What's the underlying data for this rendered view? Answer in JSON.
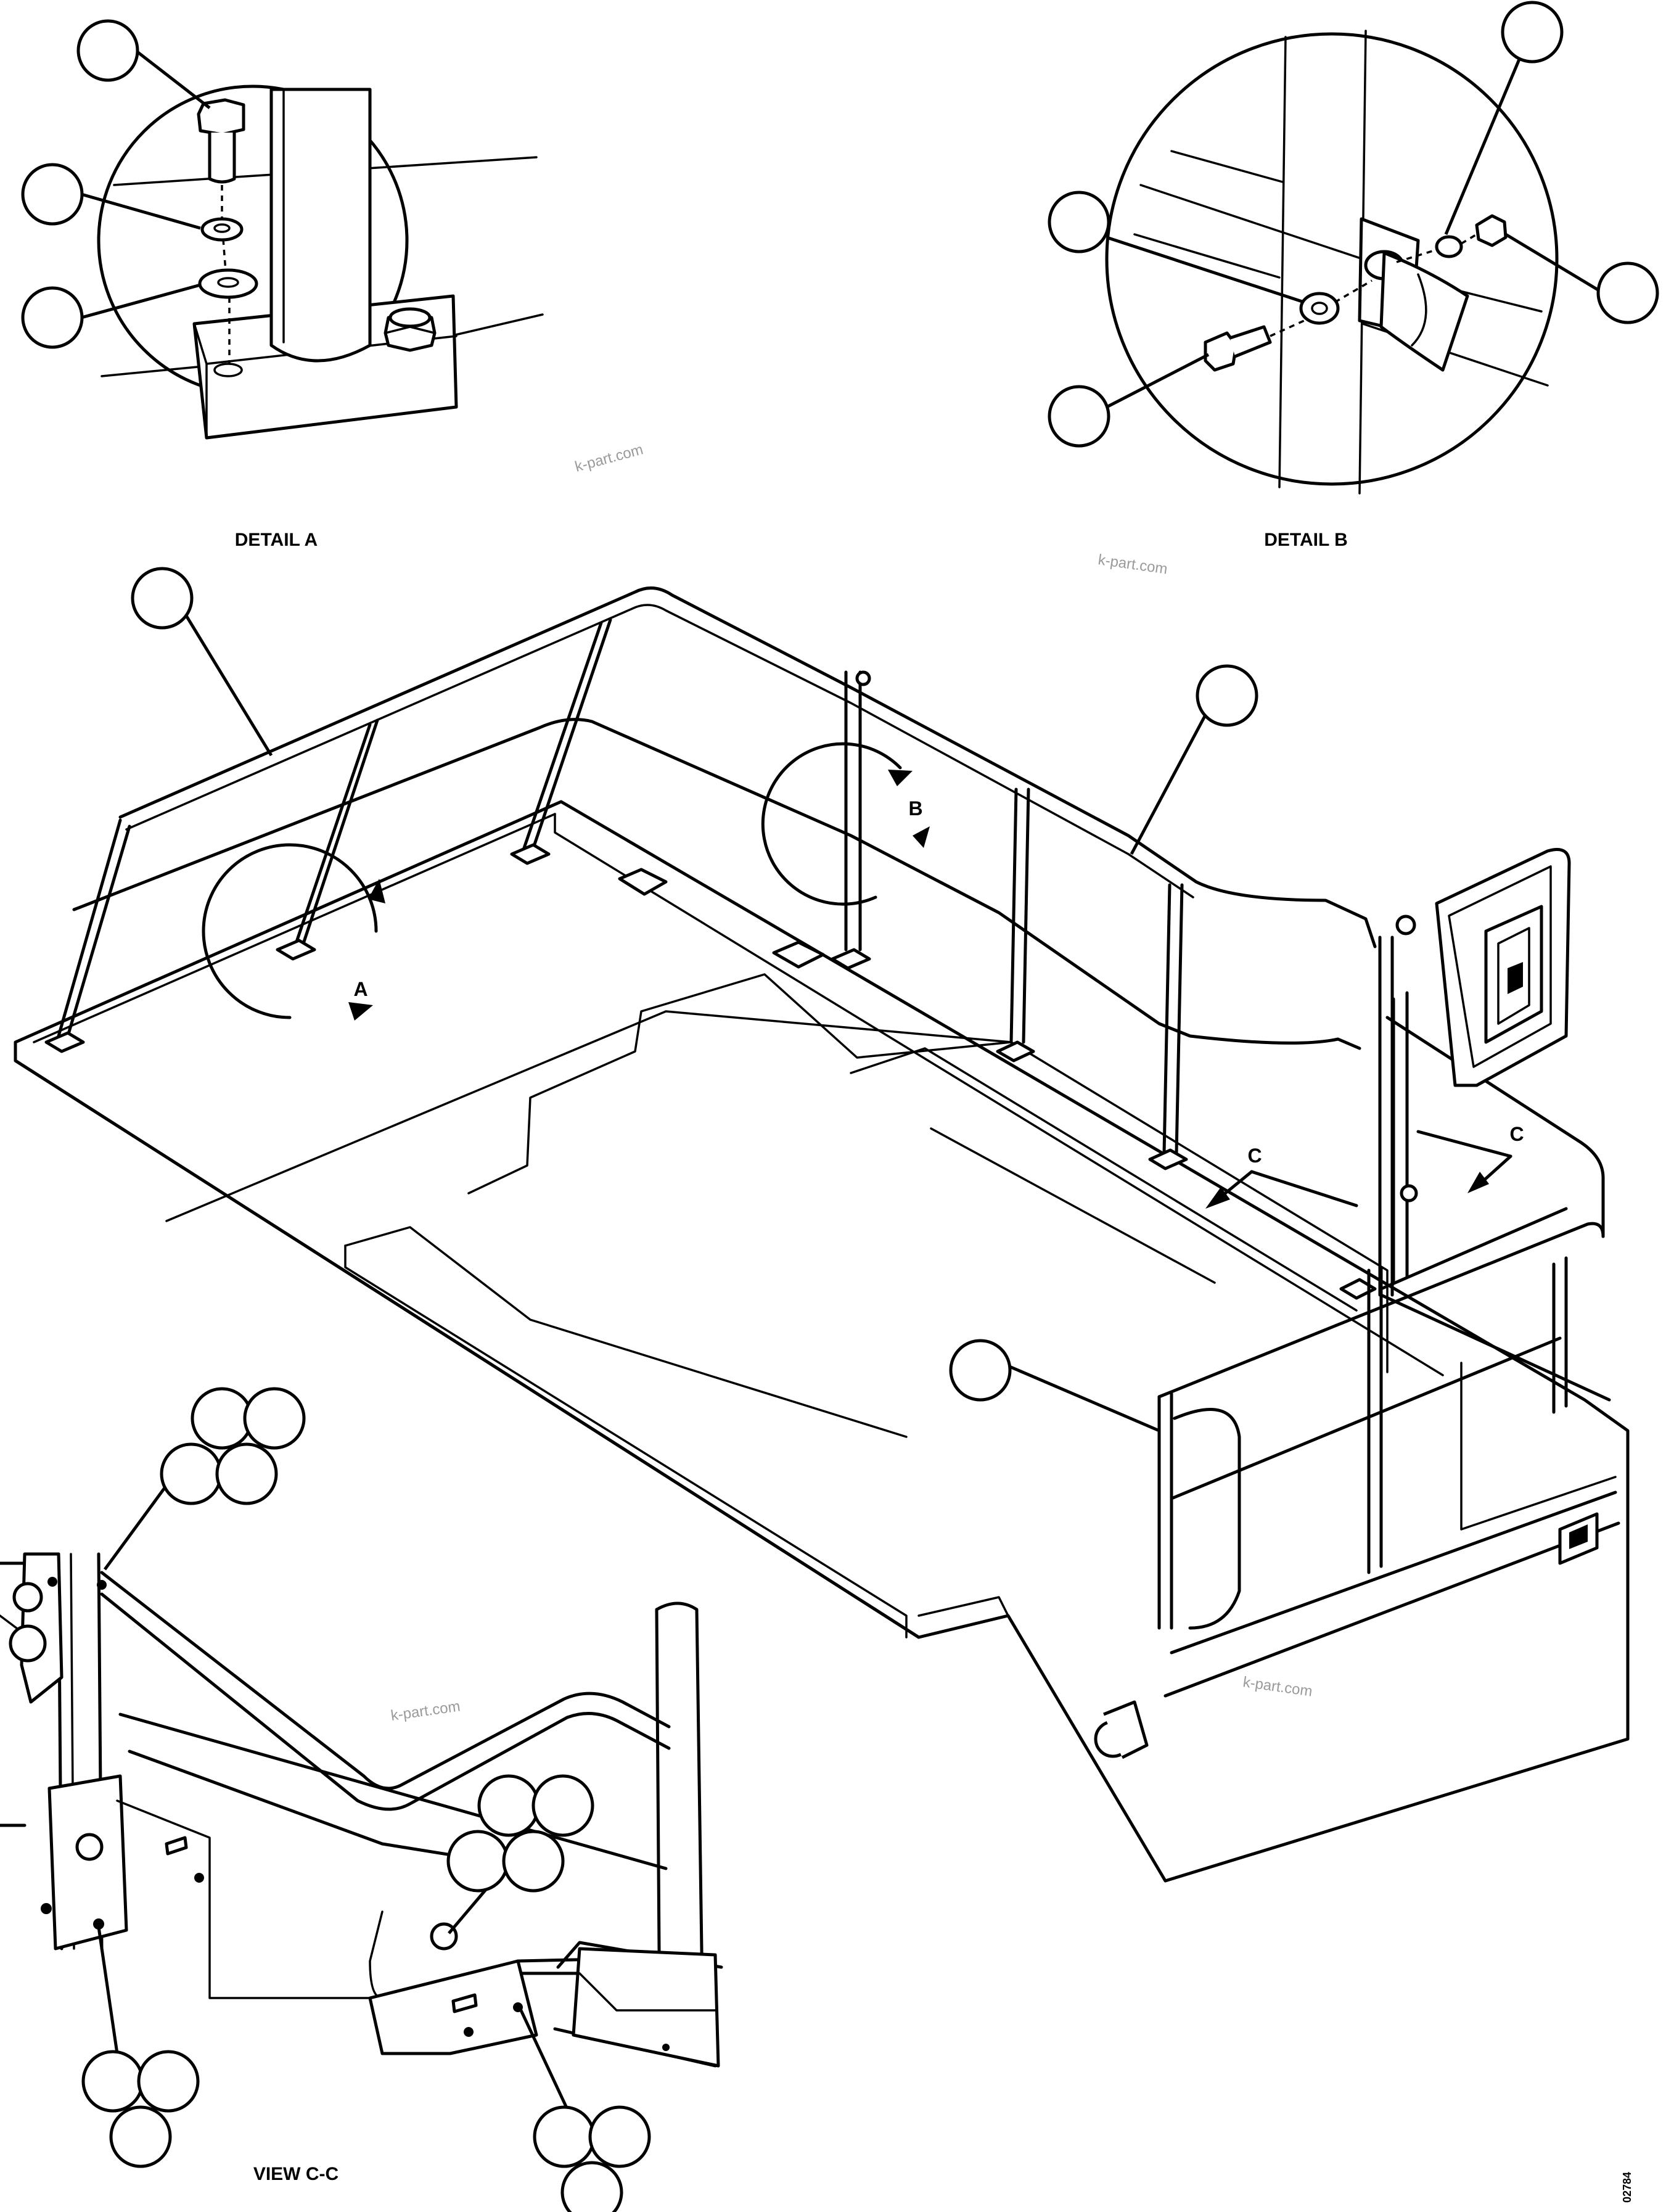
{
  "labels": {
    "detail_a": "DETAIL A",
    "detail_b": "DETAIL B",
    "view_cc": "VIEW C-C",
    "marker_a": "A",
    "marker_b": "B",
    "marker_c1": "C",
    "marker_c2": "C",
    "drawing_number": "02784"
  },
  "watermarks": [
    "k-part.com",
    "k-part.com",
    "k-part.com",
    "k-part.com"
  ]
}
